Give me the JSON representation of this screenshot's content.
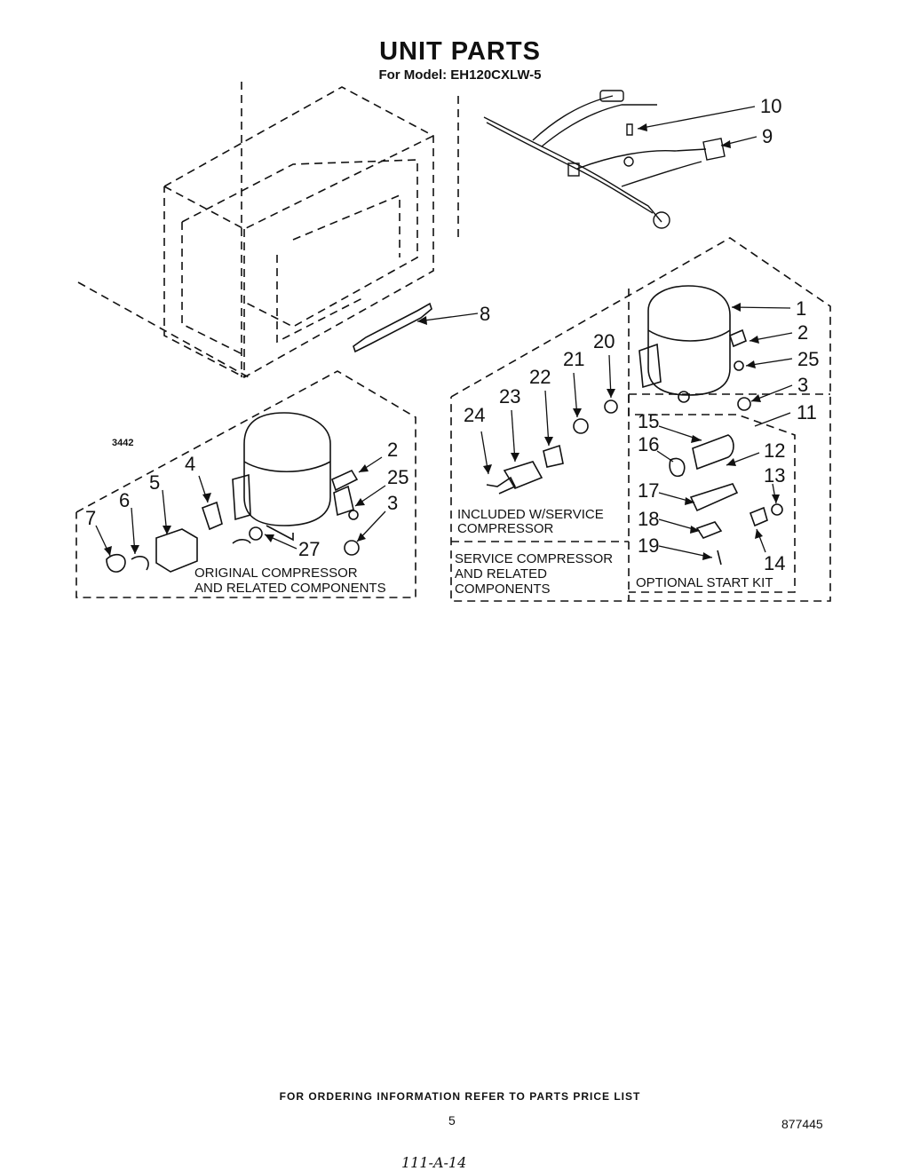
{
  "header": {
    "title": "UNIT PARTS",
    "subtitle": "For Model: EH120CXLW-5"
  },
  "diagram": {
    "reference_code": "3442",
    "callouts": [
      "10",
      "9",
      "8",
      "1",
      "2",
      "25",
      "3",
      "11",
      "15",
      "12",
      "16",
      "13",
      "17",
      "18",
      "14",
      "19",
      "20",
      "21",
      "22",
      "23",
      "24",
      "2",
      "25",
      "3",
      "4",
      "5",
      "6",
      "7",
      "27"
    ],
    "group_labels": {
      "original_line1": "ORIGINAL COMPRESSOR",
      "original_line2": "AND RELATED COMPONENTS",
      "included_line1": "INCLUDED W/SERVICE",
      "included_line2": "COMPRESSOR",
      "service_line1": "SERVICE COMPRESSOR",
      "service_line2": "AND RELATED",
      "service_line3": "COMPONENTS",
      "start_kit": "OPTIONAL START KIT"
    }
  },
  "footer": {
    "ordering_note": "FOR ORDERING INFORMATION REFER TO PARTS PRICE LIST",
    "page_number": "5",
    "document_number": "877445",
    "handwritten_note": "111-A-14"
  }
}
